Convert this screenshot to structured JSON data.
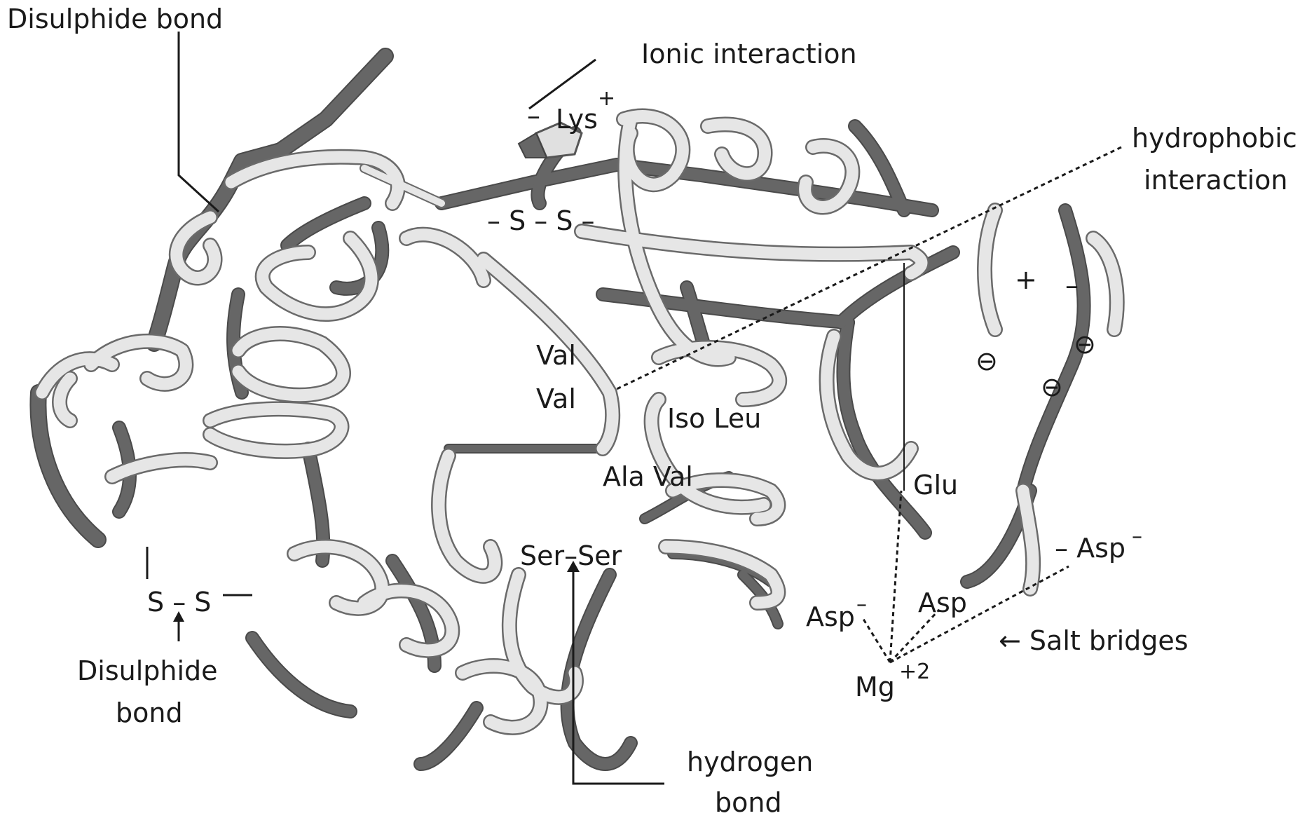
{
  "labels": {
    "disulphide_top": "Disulphide bond",
    "ionic": "Ionic interaction",
    "lys": "Lys",
    "lys_minus": "–",
    "lys_plus": "+",
    "ss_top": "– S – S –",
    "hydrophobic_1": "hydrophobic",
    "hydrophobic_2": "interaction",
    "plus_sign": "+",
    "minus_sign": "–",
    "val1": "Val",
    "val2": "Val",
    "iso_leu": "Iso Leu",
    "ala_val": "Ala Val",
    "glu": "Glu",
    "ser_ser": "Ser–Ser",
    "asp_right": "– Asp",
    "asp_right_sup": "–",
    "asp_left": "Asp",
    "asp_left_sup": "–",
    "asp_mid": "Asp",
    "salt_bridges": "← Salt bridges",
    "mg": "Mg",
    "mg_sup": "+2",
    "ss_bottom": "S – S",
    "disulphide_bottom_1": "Disulphide",
    "disulphide_bottom_2": "bond",
    "hydrogen_1": "hydrogen",
    "hydrogen_2": "bond",
    "ion_symbol": "⊖"
  }
}
